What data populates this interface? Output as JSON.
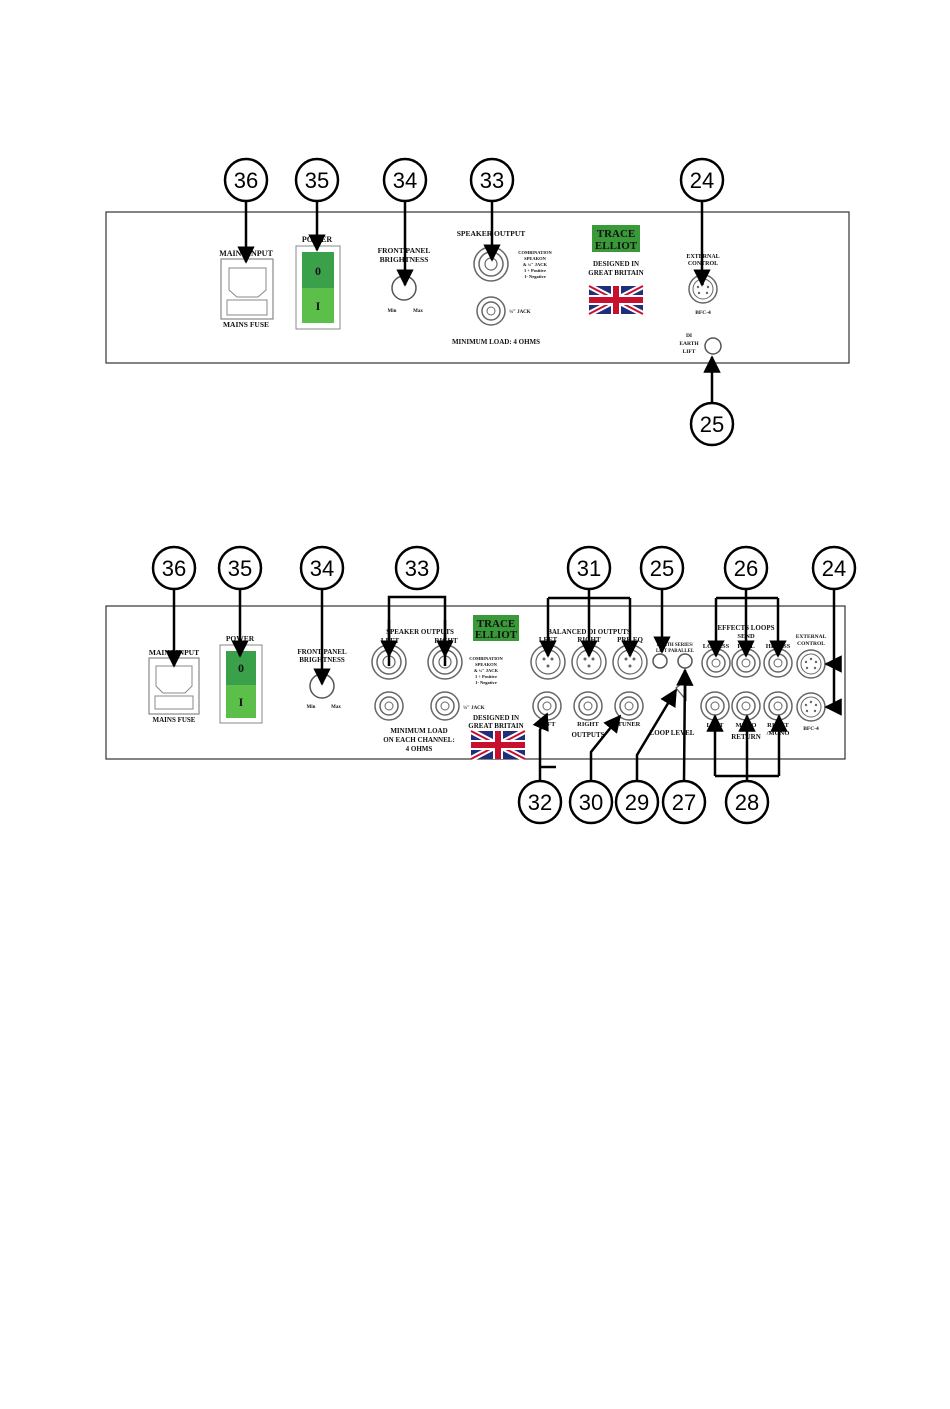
{
  "panel1": {
    "callouts": {
      "c36": "36",
      "c35": "35",
      "c34": "34",
      "c33": "33",
      "c24": "24",
      "c25": "25"
    },
    "labels": {
      "mains_input": "MAINS INPUT",
      "mains_fuse": "MAINS FUSE",
      "power": "POWER",
      "switch_off": "0",
      "switch_on": "I",
      "front_panel_brightness_1": "FRONT PANEL",
      "front_panel_brightness_2": "BRIGHTNESS",
      "min": "Min",
      "max": "Max",
      "speaker_output": "SPEAKER OUTPUT",
      "combination_1": "COMBINATION",
      "combination_2": "SPEAKON",
      "combination_3": "& ¼\" JACK",
      "combination_4": "1 + Positive",
      "combination_5": "1- Negative",
      "quarter_jack": "¼\" JACK",
      "min_load": "MINIMUM LOAD: 4 OHMS",
      "designed_in_1": "DESIGNED IN",
      "designed_in_2": "GREAT BRITAIN",
      "external_control_1": "EXTERNAL",
      "external_control_2": "CONTROL",
      "bfc4": "BFC-4",
      "di_earth_lift_1": "DI",
      "di_earth_lift_2": "EARTH",
      "di_earth_lift_3": "LIFT"
    }
  },
  "panel2": {
    "callouts": {
      "c36": "36",
      "c35": "35",
      "c34": "34",
      "c33": "33",
      "c31": "31",
      "c25": "25",
      "c26": "26",
      "c24": "24",
      "c32": "32",
      "c30": "30",
      "c29": "29",
      "c27": "27",
      "c28": "28"
    },
    "labels": {
      "mains_input": "MAINS INPUT",
      "mains_fuse": "MAINS FUSE",
      "power": "POWER",
      "switch_off": "0",
      "switch_on": "I",
      "front_panel_brightness_1": "FRONT PANEL",
      "front_panel_brightness_2": "BRIGHTNESS",
      "min": "Min",
      "max": "Max",
      "speaker_outputs": "SPEAKER OUTPUTS",
      "left": "LEFT",
      "right": "RIGHT",
      "combination_1": "COMBINATION",
      "combination_2": "SPEAKON",
      "combination_3": "& ¼\" JACK",
      "combination_4": "1 + Positive",
      "combination_5": "1- Negative",
      "quarter_jack": "¼\" JACK",
      "min_load_1": "MINIMUM LOAD",
      "min_load_2": "ON EACH CHANNEL:",
      "min_load_3": "4 OHMS",
      "designed_in_1": "DESIGNED IN",
      "designed_in_2": "GREAT BRITAIN",
      "balanced_di": "BALANCED DI OUTPUTS",
      "di_left": "LEFT",
      "di_right": "RIGHT",
      "di_preeq": "PRE EQ",
      "earth_series": "EARTH SERIES/",
      "lift_parallel": "LIFT PARALLEL",
      "effects_loops": "EFFECTS LOOPS",
      "send": "SEND",
      "lo_pass": "LO PASS",
      "full": "FULL",
      "hi_pass": "HI PASS",
      "out_left": "LEFT",
      "out_right": "RIGHT",
      "out_tuner": "TUNER",
      "outputs": "OUTPUTS",
      "loop_level": "LOOP LEVEL",
      "ret_left": "LEFT",
      "ret_mono": "MONO",
      "ret_right_1": "RIGHT",
      "ret_right_2": "/MONO",
      "return": "RETURN",
      "external_control_1": "EXTERNAL",
      "external_control_2": "CONTROL",
      "bfc4": "BFC-4"
    }
  },
  "logo": {
    "line1": "TRACE",
    "line2": "ELLIOT"
  },
  "colors": {
    "switch_off": "#3aa04a",
    "switch_on": "#5cbf4a",
    "logo_bg": "#3a9a3a",
    "flag_blue": "#1f2f7a",
    "flag_red": "#c8102e"
  }
}
